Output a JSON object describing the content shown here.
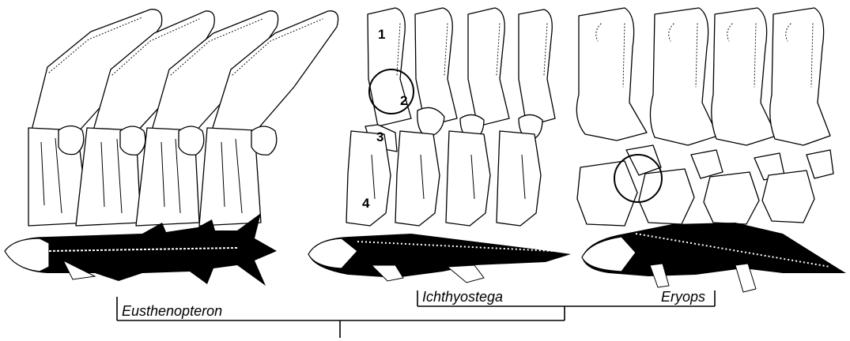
{
  "taxa": [
    {
      "name": "Eusthenopteron"
    },
    {
      "name": "Ichthyostega"
    },
    {
      "name": "Eryops"
    }
  ],
  "bone_labels": [
    "1",
    "2",
    "3",
    "4"
  ],
  "colors": {
    "ink": "#000000",
    "paper": "#ffffff"
  }
}
